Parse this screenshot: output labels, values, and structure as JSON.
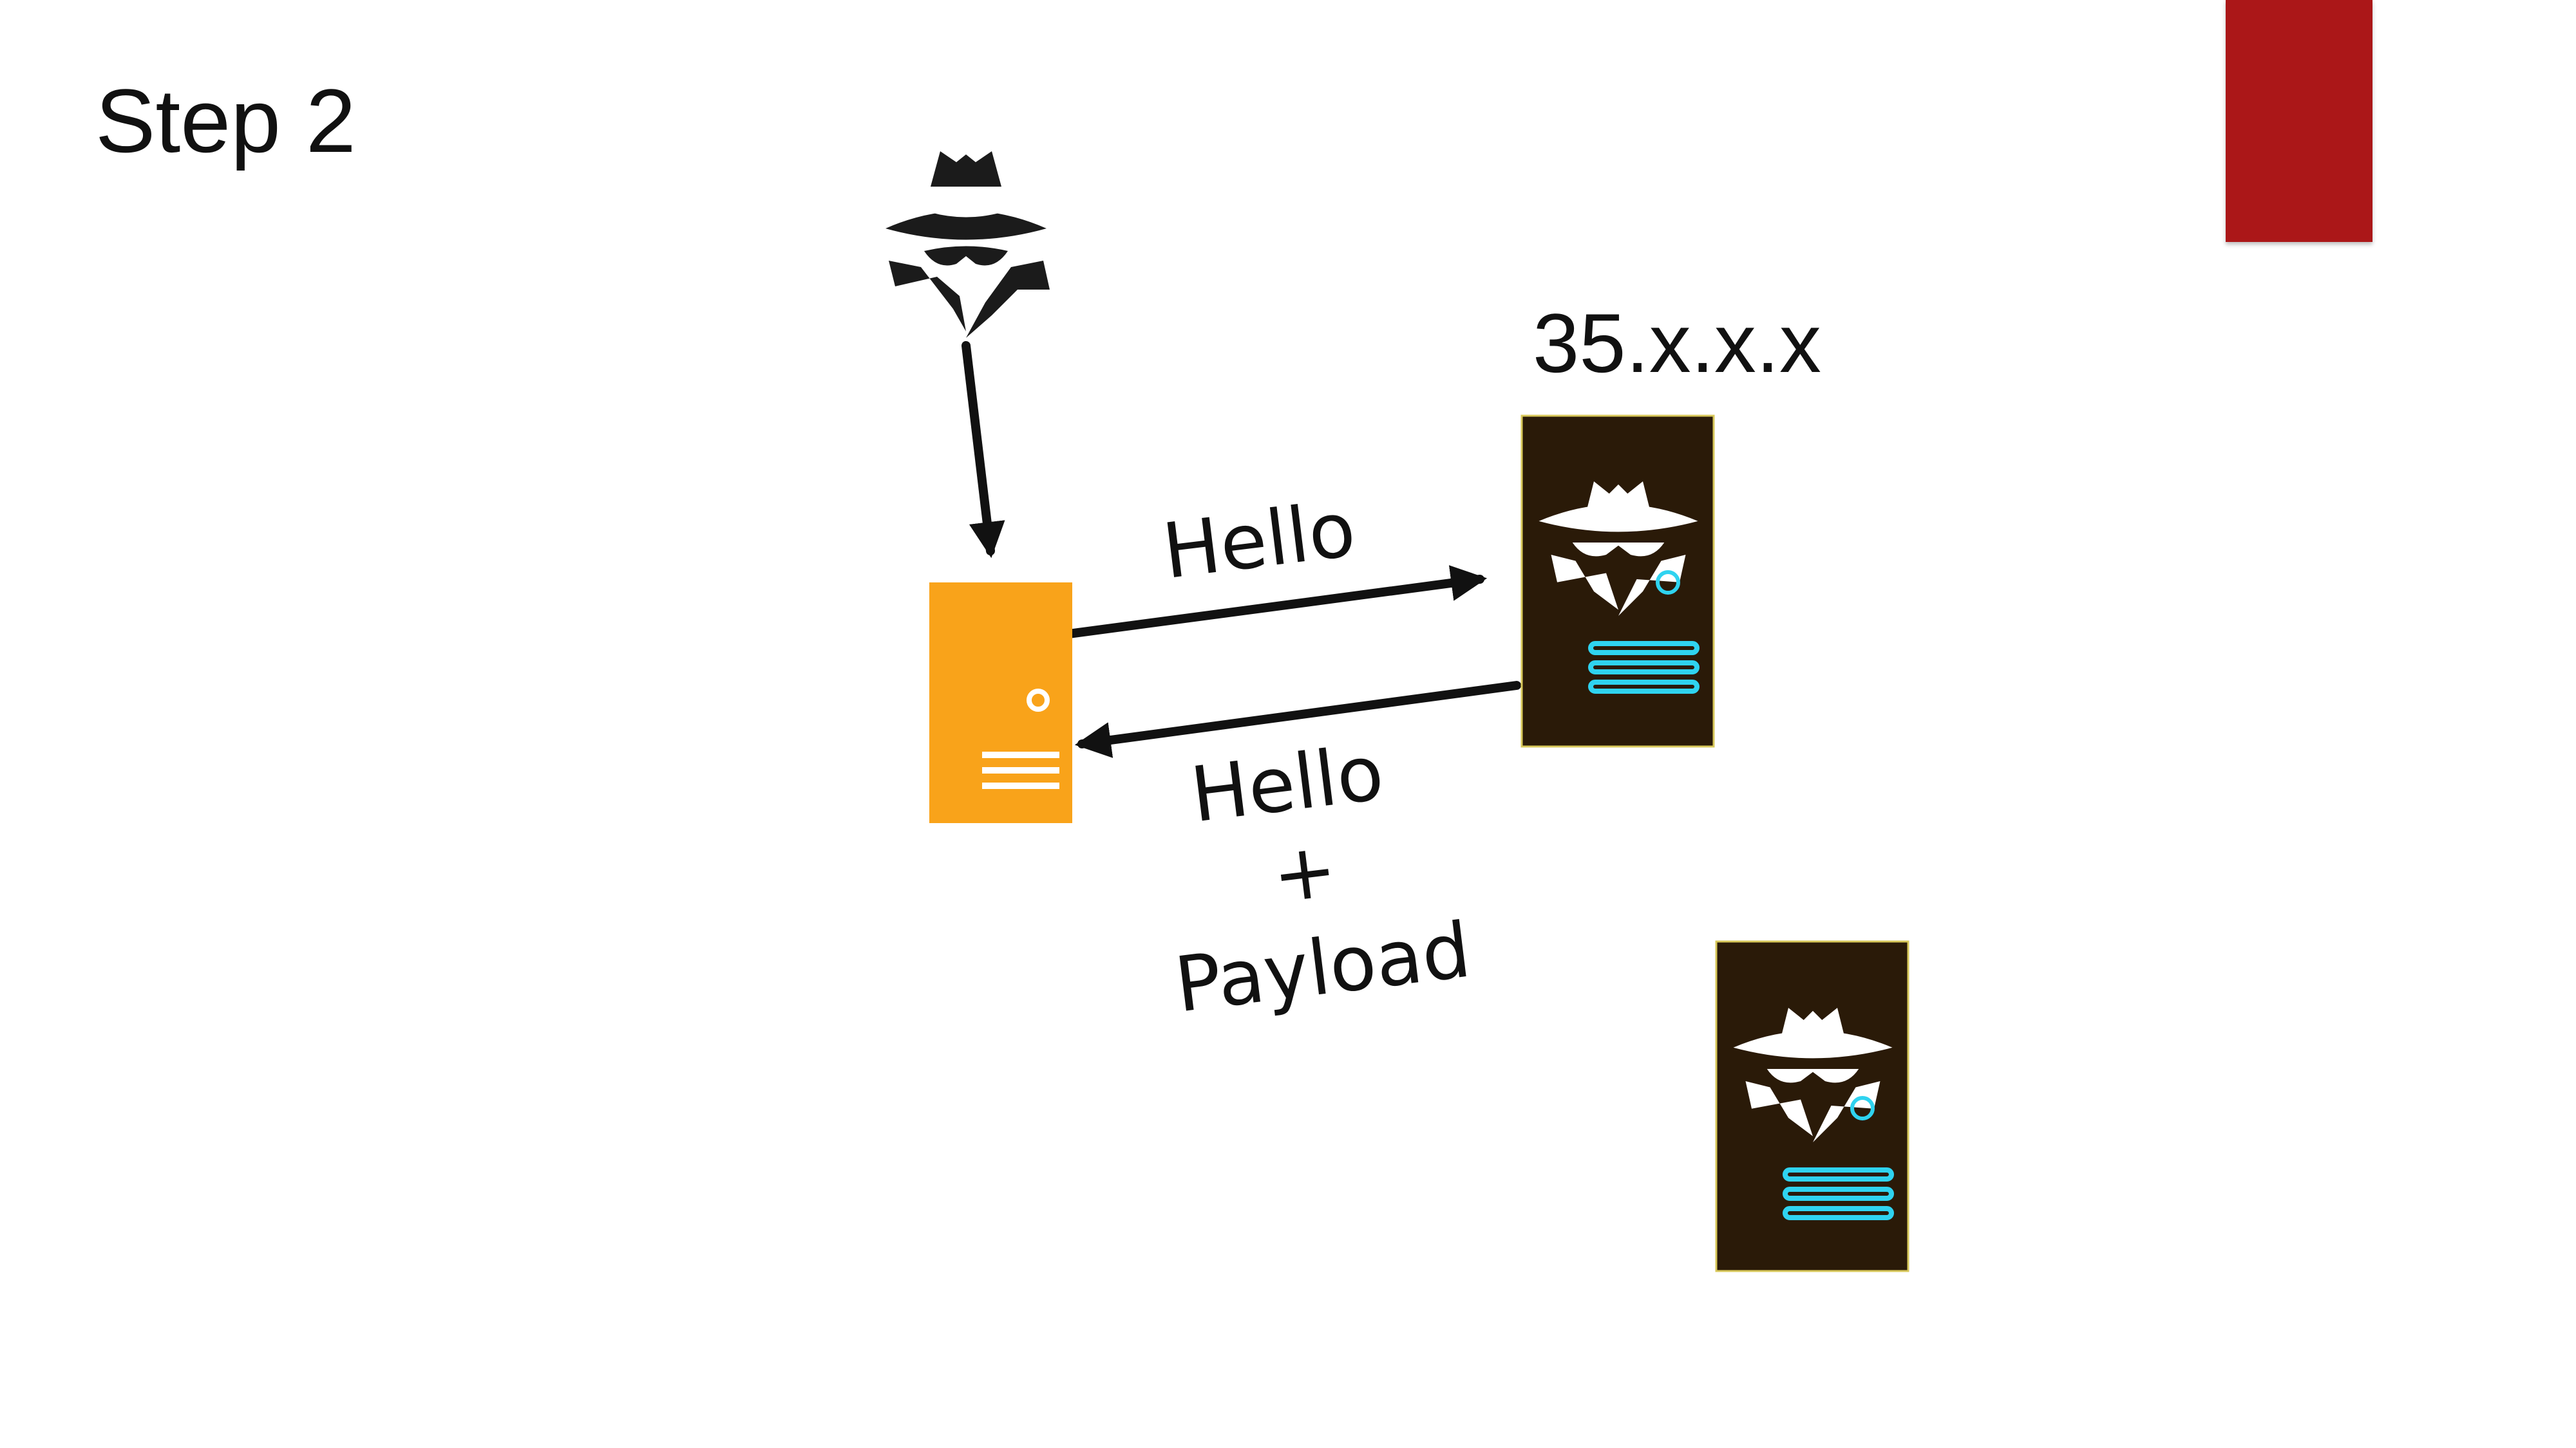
{
  "slide": {
    "title": "Step 2",
    "accent_color": "#ab1718"
  },
  "nodes": {
    "attacker": {
      "icon": "spy-icon"
    },
    "victim_server": {
      "icon": "server-icon",
      "color": "#f9a31a"
    },
    "malicious_server_main": {
      "label": "35.x.x.x",
      "icon": "spy-server-icon",
      "color": "#2a1a08"
    },
    "malicious_server_secondary": {
      "icon": "spy-server-icon",
      "color": "#2a1a08"
    }
  },
  "edges": {
    "request_label": "Hello",
    "response_label_lines": [
      "Hello",
      "+",
      "Payload"
    ]
  }
}
